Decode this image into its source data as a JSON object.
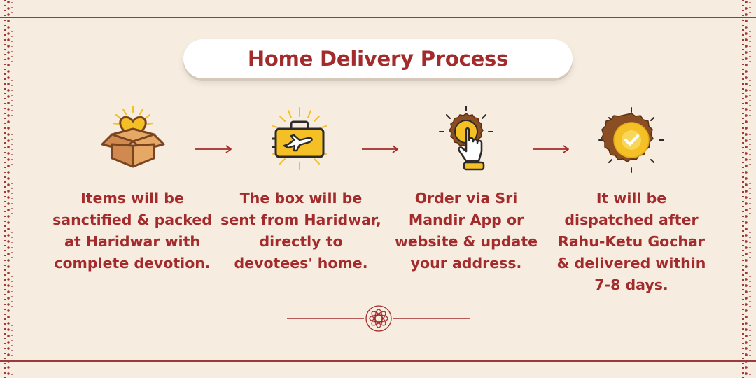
{
  "header": {
    "title": "Home Delivery Process"
  },
  "icons": [
    "gift-box-heart-icon",
    "plane-suitcase-icon",
    "tap-finger-icon",
    "check-badge-icon"
  ],
  "colors": {
    "background": "#f6ece0",
    "accent": "#a32b2b",
    "gold": "#f4c025",
    "brown": "#7a4421"
  },
  "steps": [
    {
      "text": "Items will be sanctified & packed at Haridwar with complete devotion."
    },
    {
      "text": "The box will be sent from Haridwar, directly to devotees' home."
    },
    {
      "text": "Order via Sri Mandir App or website & update your address."
    },
    {
      "text": "It will be dispatched after Rahu-Ketu Gochar & delivered within 7-8 days."
    }
  ]
}
